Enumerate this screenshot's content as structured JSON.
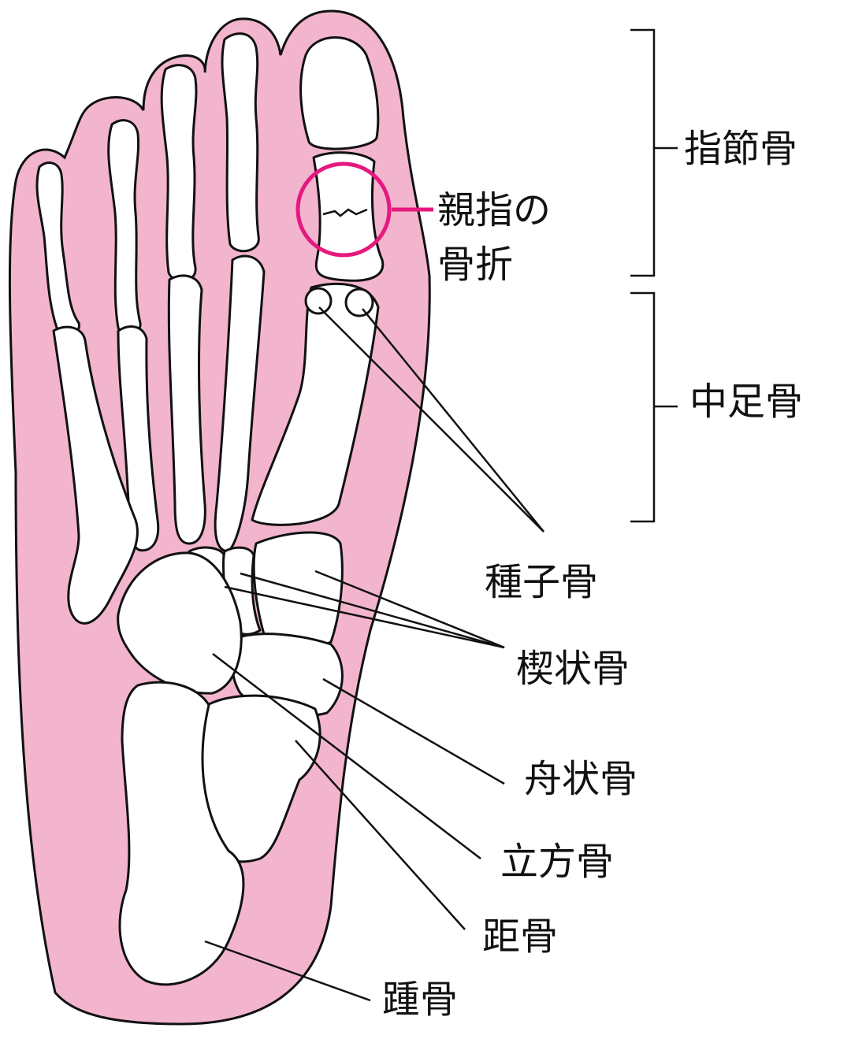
{
  "colors": {
    "skin": "#F2B5CD",
    "highlight": "#E5197F",
    "bone": "#FFFFFF",
    "line": "#111111"
  },
  "labels": {
    "phalanges": "指節骨",
    "fracture_line1": "親指の",
    "fracture_line2": "骨折",
    "metatarsals": "中足骨",
    "sesamoid": "種子骨",
    "cuneiform": "楔状骨",
    "navicular": "舟状骨",
    "cuboid": "立方骨",
    "talus": "距骨",
    "calcaneus": "踵骨"
  }
}
